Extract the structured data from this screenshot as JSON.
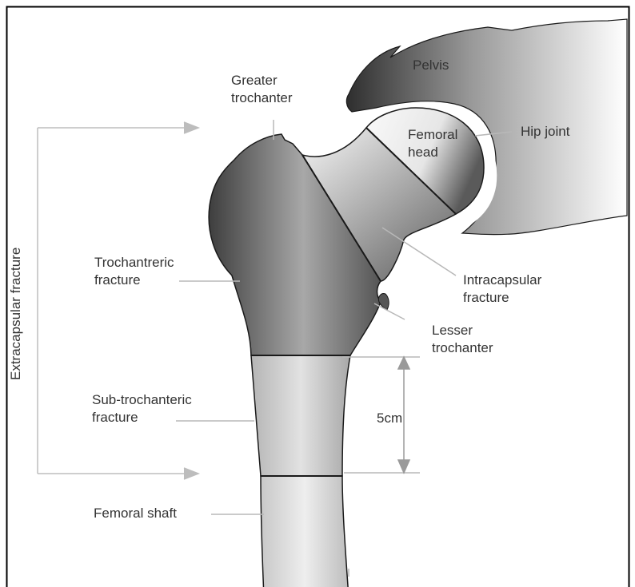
{
  "labels": {
    "pelvis": "Pelvis",
    "greater_trochanter_1": "Greater",
    "greater_trochanter_2": "trochanter",
    "femoral_head_1": "Femoral",
    "femoral_head_2": "head",
    "hip_joint": "Hip joint",
    "trochanteric_1": "Trochantreric",
    "trochanteric_2": "fracture",
    "intracapsular_1": "Intracapsular",
    "intracapsular_2": "fracture",
    "lesser_trochanter_1": "Lesser",
    "lesser_trochanter_2": "trochanter",
    "subtrochanteric_1": "Sub-trochanteric",
    "subtrochanteric_2": "fracture",
    "distance": "5cm",
    "femoral_shaft": "Femoral shaft",
    "extracapsular": "Extracapsular fracture"
  },
  "colors": {
    "outline": "#1a1a1a",
    "bone_dark": "#4a4a4a",
    "bone_light": "#f2f2f2",
    "leader": "#b8b8b8",
    "frame": "#000000"
  }
}
